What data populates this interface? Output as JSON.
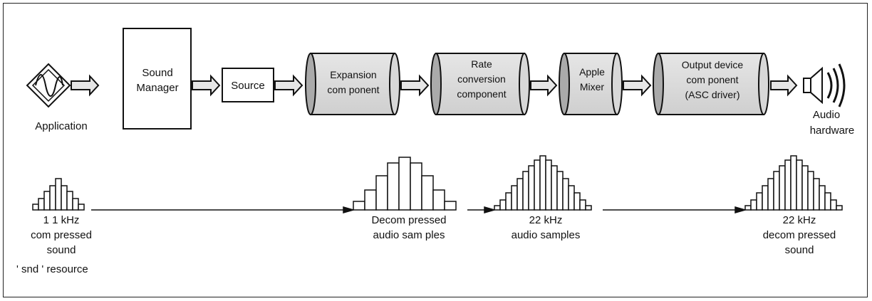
{
  "top_row": {
    "application": "Application",
    "sound_manager_line1": "Sound",
    "sound_manager_line2": "Manager",
    "source": "Source",
    "expansion_line1": "Expansion",
    "expansion_line2": "com ponent",
    "rate_line1": "Rate",
    "rate_line2": "conversion",
    "rate_line3": "component",
    "mixer_line1": "Apple",
    "mixer_line2": "Mixer",
    "output_line1": "Output device",
    "output_line2": "com ponent",
    "output_line3": "(ASC driver)",
    "audio_line1": "Audio",
    "audio_line2": "hardware"
  },
  "bottom_row": {
    "h1_line1": "1 1 kHz",
    "h1_line2": "com pressed",
    "h1_line3": "sound",
    "h1_line4": "' snd ' resource",
    "h2_line1": "Decom pressed",
    "h2_line2": "audio sam ples",
    "h3_line1": "22 kHz",
    "h3_line2": "audio samples",
    "h4_line1": "22 kHz",
    "h4_line2": "decom pressed",
    "h4_line3": "sound"
  }
}
